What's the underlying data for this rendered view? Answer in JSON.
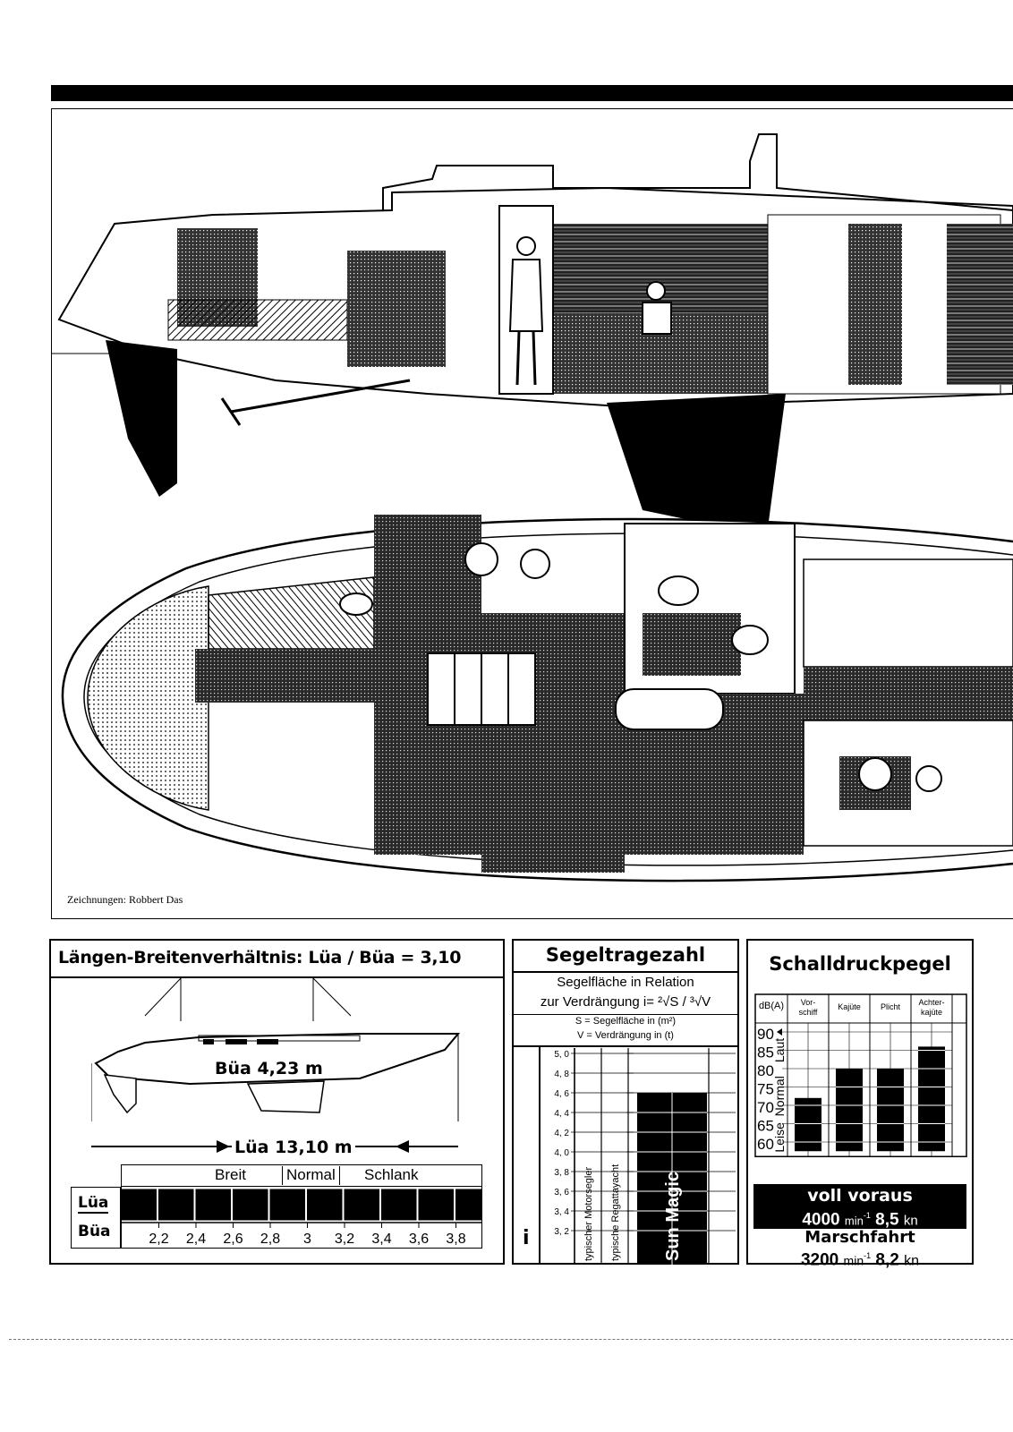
{
  "credit": "Zeichnungen: Robbert Das",
  "ratio_panel": {
    "title": "Längen-Breitenverhältnis: Lüa / Büa = 3,10",
    "beam_label": "Büa 4,23 m",
    "length_label": "Lüa 13,10 m",
    "categories": [
      "Breit",
      "Normal",
      "Schlank"
    ],
    "row_labels": [
      "Lüa",
      "Büa"
    ],
    "ticks": [
      "2,2",
      "2,4",
      "2,6",
      "2,8",
      "3",
      "3,2",
      "3,4",
      "3,6",
      "3,8"
    ],
    "value": 3.1
  },
  "sail_panel": {
    "title": "Segeltragezahl",
    "line1": "Segelfläche in Relation",
    "line2": "zur Verdrängung",
    "formula": "i= ²√S / ³√V",
    "def_s": "S = Segelfläche in (m²)",
    "def_v": "V = Verdrängung in (t)",
    "index_symbol": "i",
    "y_ticks": [
      "5, 0",
      "4, 8",
      "4, 6",
      "4, 4",
      "4, 2",
      "4, 0",
      "3, 8",
      "3, 6",
      "3, 4",
      "3, 2"
    ],
    "columns": [
      "typischer Motorsegler",
      "typische Regattayacht",
      "Sun Magic"
    ],
    "sun_magic_value": 4.6
  },
  "noise_panel": {
    "title": "Schalldruckpegel",
    "unit": "dB(A)",
    "columns": [
      "Vor-schiff",
      "Kajüte",
      "Plicht",
      "Achter-kajüte"
    ],
    "y_ticks": [
      "90",
      "85",
      "80",
      "75",
      "70",
      "65",
      "60"
    ],
    "zones": [
      "Laut",
      "Normal",
      "Leise"
    ],
    "values": [
      72,
      80,
      80,
      86
    ],
    "full_label": "voll voraus",
    "full_rpm": "4000",
    "full_speed": "8,5",
    "cruise_label": "Marschfahrt",
    "cruise_rpm": "3200",
    "cruise_speed": "8,2",
    "rpm_unit": "min",
    "speed_unit": "kn"
  }
}
